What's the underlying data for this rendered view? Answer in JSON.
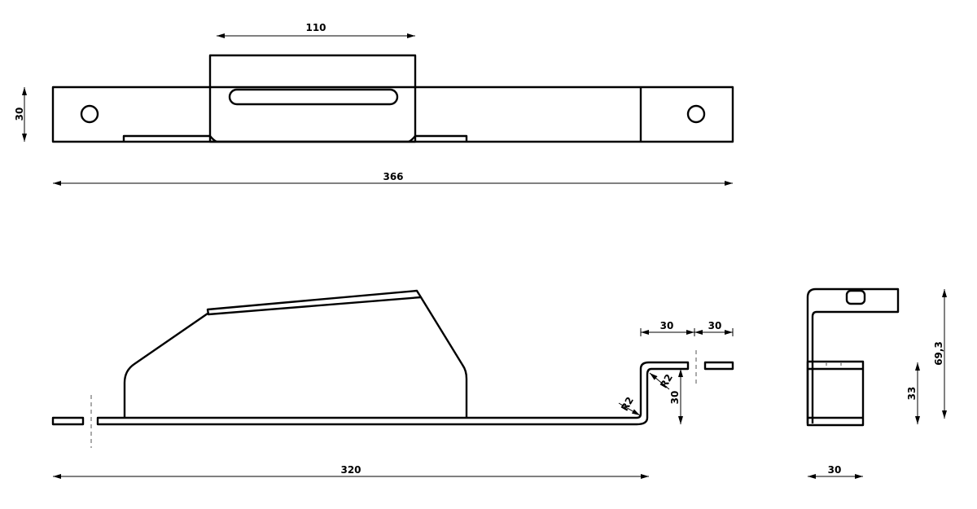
{
  "drawing": {
    "top_view": {
      "width_slot_dim": "110",
      "height_dim": "30",
      "overall_length_dim": "366"
    },
    "side_view": {
      "offset_dim_1": "30",
      "offset_dim_2": "30",
      "rise_dim": "30",
      "bend_radius_1": "R2",
      "bend_radius_2": "R2",
      "length_dim": "320"
    },
    "end_view": {
      "lower_height_dim": "33",
      "total_height_dim": "69,3",
      "width_dim": "30"
    }
  }
}
